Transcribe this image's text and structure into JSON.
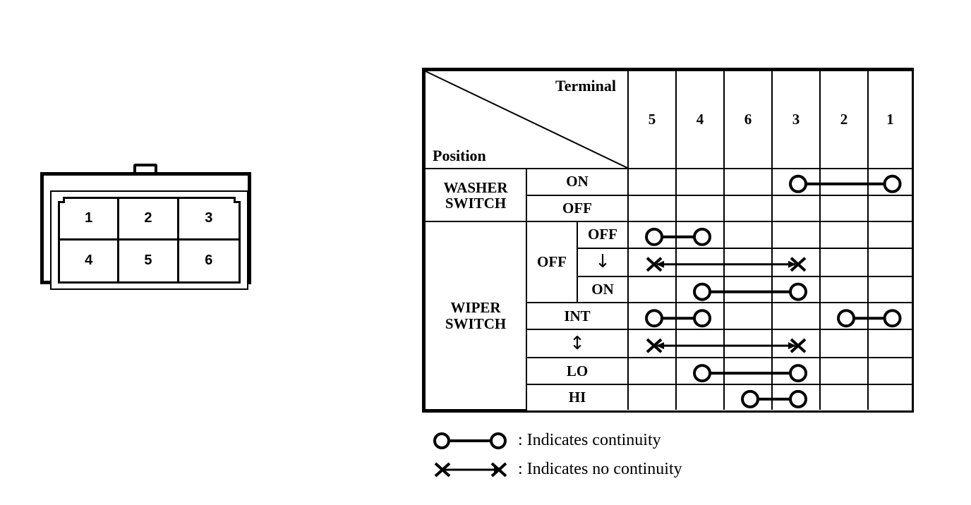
{
  "connector": {
    "name": "6-pin-connector",
    "pins": [
      "1",
      "2",
      "3",
      "4",
      "5",
      "6"
    ]
  },
  "table": {
    "corner": {
      "terminal_label": "Terminal",
      "position_label": "Position"
    },
    "terminals": [
      "5",
      "4",
      "6",
      "3",
      "2",
      "1"
    ],
    "groups": [
      {
        "label": "WASHER\nSWITCH",
        "label_line1": "WASHER",
        "label_line2": "SWITCH",
        "rows": [
          {
            "sub_label": "",
            "position": "ON",
            "connections": [
              {
                "from": "3",
                "to": "1",
                "type": "continuity"
              }
            ]
          },
          {
            "sub_label": "",
            "position": "OFF",
            "connections": []
          }
        ]
      },
      {
        "label": "WIPER\nSWITCH",
        "label_line1": "WIPER",
        "label_line2": "SWITCH",
        "rows": [
          {
            "sub_label": "OFF",
            "position": "OFF",
            "connections": [
              {
                "from": "5",
                "to": "4",
                "type": "continuity"
              }
            ]
          },
          {
            "sub_label": "OFF",
            "position": "↓",
            "connections": [
              {
                "from": "5",
                "to": "3",
                "type": "no-continuity"
              }
            ]
          },
          {
            "sub_label": "OFF",
            "position": "ON",
            "connections": [
              {
                "from": "4",
                "to": "3",
                "type": "continuity"
              }
            ]
          },
          {
            "sub_label": "",
            "position": "INT",
            "connections": [
              {
                "from": "5",
                "to": "4",
                "type": "continuity"
              },
              {
                "from": "2",
                "to": "1",
                "type": "continuity"
              }
            ]
          },
          {
            "sub_label": "",
            "position": "↕",
            "connections": [
              {
                "from": "5",
                "to": "3",
                "type": "no-continuity"
              }
            ]
          },
          {
            "sub_label": "",
            "position": "LO",
            "connections": [
              {
                "from": "4",
                "to": "3",
                "type": "continuity"
              }
            ]
          },
          {
            "sub_label": "",
            "position": "HI",
            "connections": [
              {
                "from": "6",
                "to": "3",
                "type": "continuity"
              }
            ]
          }
        ]
      }
    ]
  },
  "legend": {
    "items": [
      {
        "symbol": "continuity",
        "text": ": Indicates continuity"
      },
      {
        "symbol": "no-continuity",
        "text": ": Indicates no continuity"
      }
    ]
  },
  "colors": {
    "ink": "#000000",
    "paper": "#ffffff"
  }
}
